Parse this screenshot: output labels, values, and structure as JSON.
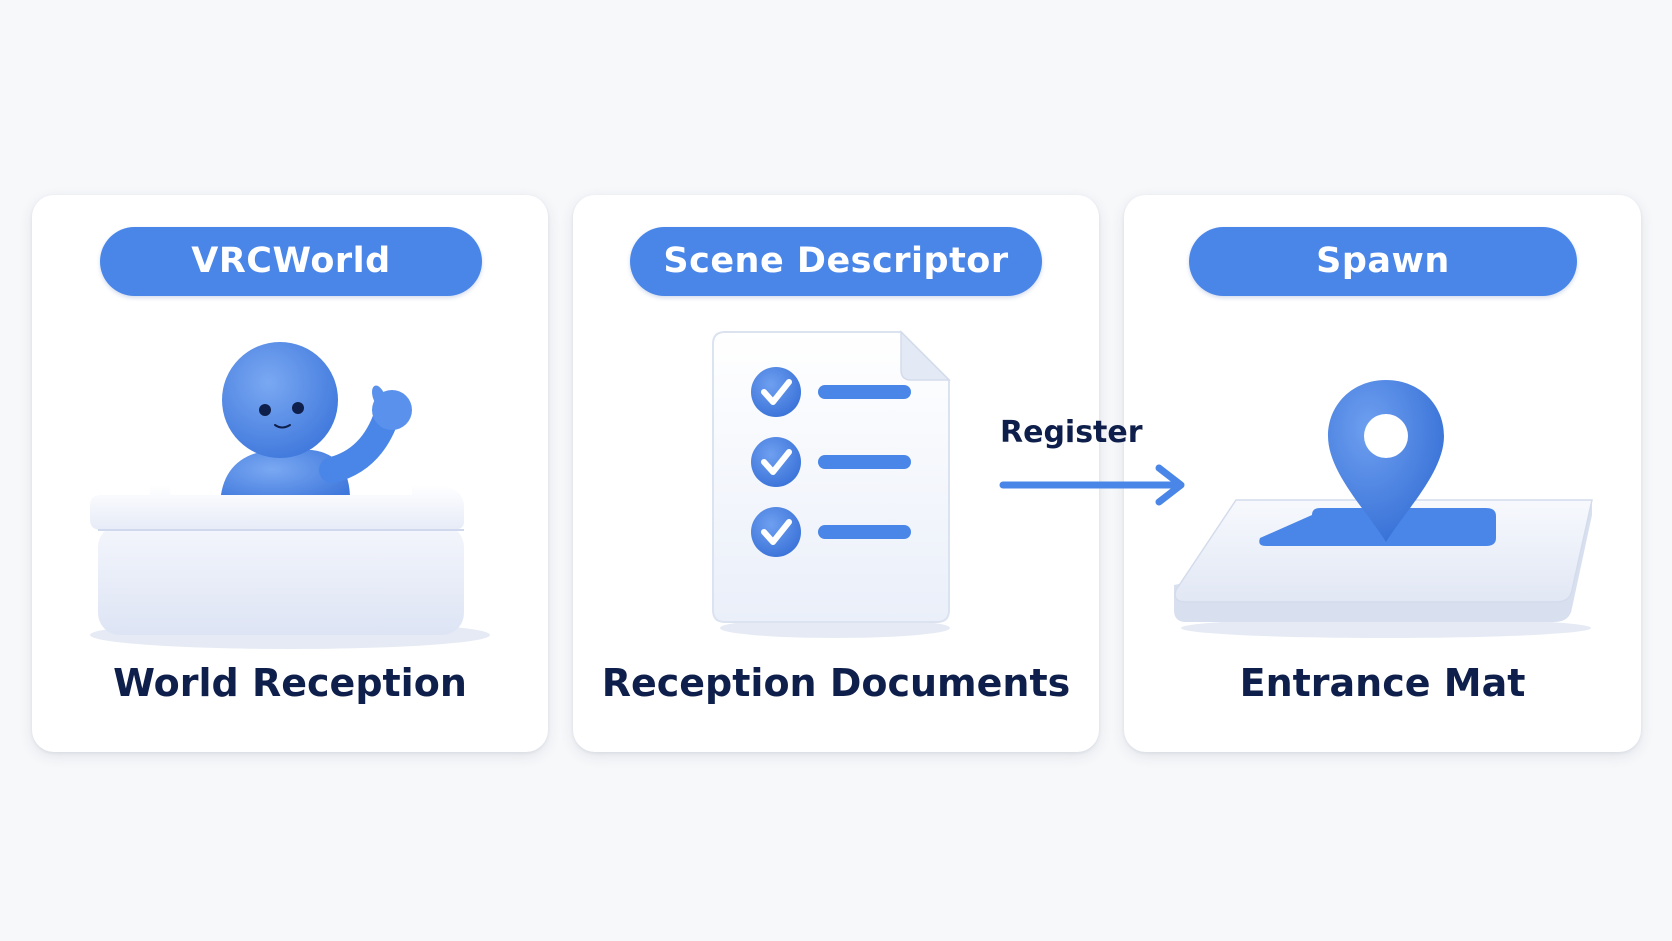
{
  "steps": [
    {
      "tag": "VRCWorld",
      "caption": "World Reception",
      "icon": "reception-desk-character"
    },
    {
      "tag": "Scene Descriptor",
      "caption": "Reception Documents",
      "icon": "checklist-document"
    },
    {
      "tag": "Spawn",
      "caption": "Entrance Mat",
      "icon": "location-pin-mat"
    }
  ],
  "connector": {
    "label": "Register",
    "icon": "arrow-right-icon"
  },
  "colors": {
    "accent": "#4a86e8",
    "text": "#0f1f4b",
    "card": "#ffffff",
    "background": "#f7f8fa"
  }
}
